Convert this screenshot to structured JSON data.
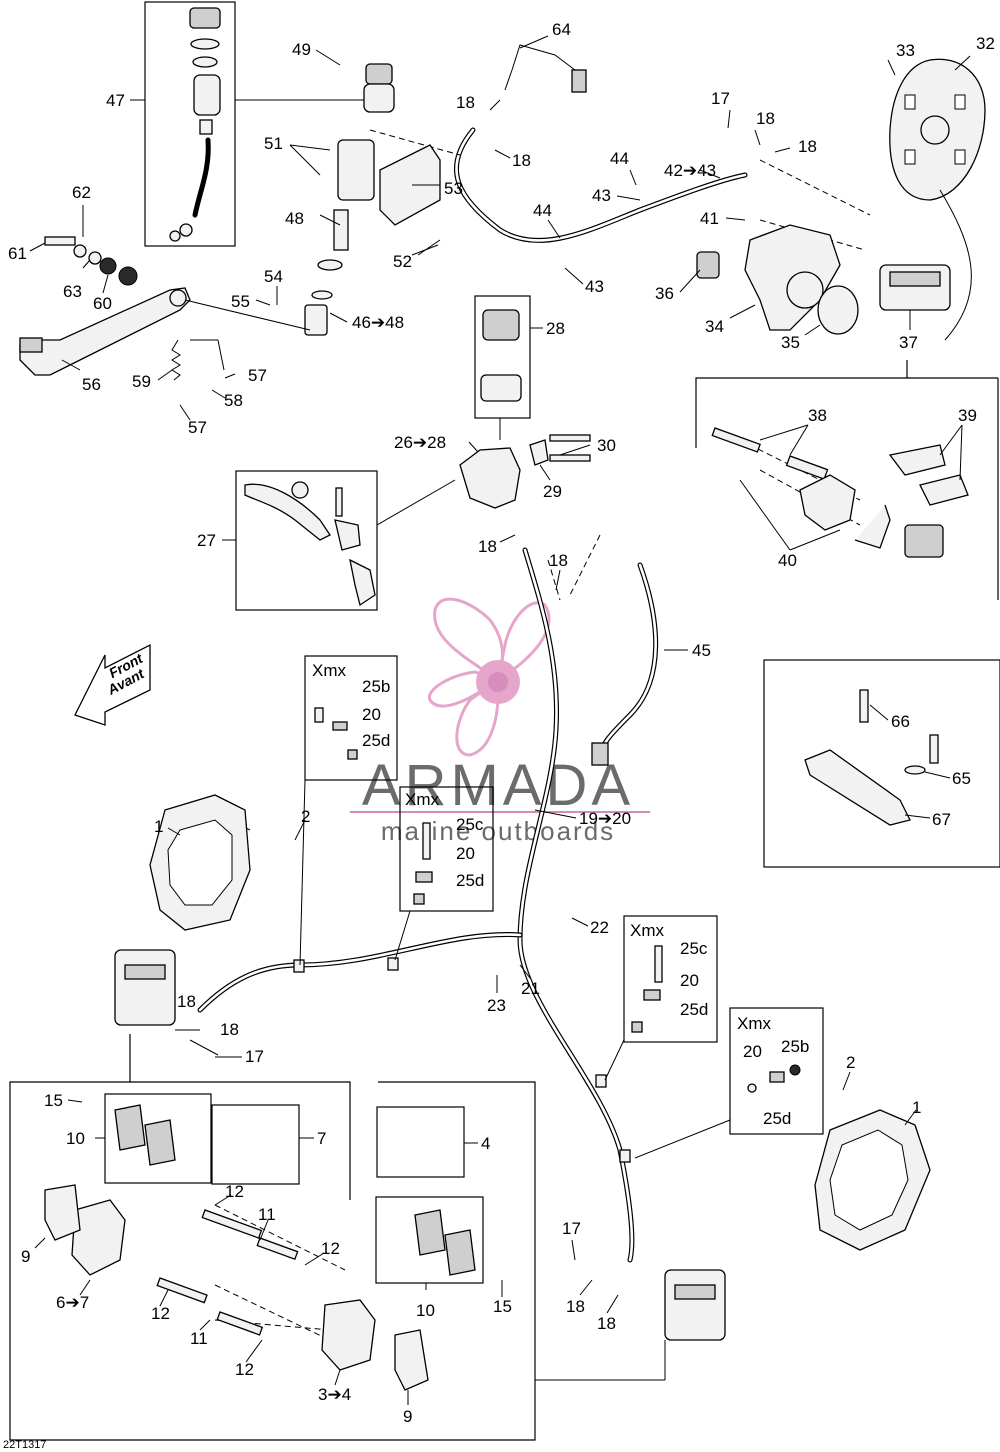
{
  "diagram": {
    "code": "22T1317",
    "front_label_line1": "Front",
    "front_label_line2": "Avant",
    "watermark": {
      "brand": "ARMADA",
      "tagline": "marine outboards",
      "colors": {
        "logo": "#e6a6cc",
        "logo_dark": "#d88ebd",
        "text": "#6b6b6b",
        "rule": "#d58ab6"
      }
    },
    "variant_boxes": [
      {
        "title": "Xmx",
        "items": [
          "25b",
          "20",
          "25d"
        ]
      },
      {
        "title": "Xmx",
        "items": [
          "25c",
          "20",
          "25d"
        ]
      },
      {
        "title": "Xmx",
        "items": [
          "25c",
          "20",
          "25d"
        ]
      },
      {
        "title": "Xmx",
        "items": [
          "20",
          "25b",
          "25d"
        ]
      }
    ],
    "callouts": [
      "64",
      "49",
      "47",
      "18",
      "18",
      "17",
      "18",
      "18",
      "44",
      "42➔43",
      "33",
      "32",
      "51",
      "43",
      "41",
      "62",
      "53",
      "44",
      "48",
      "61",
      "63",
      "60",
      "52",
      "43",
      "36",
      "54",
      "55",
      "46➔48",
      "28",
      "34",
      "35",
      "37",
      "56",
      "59",
      "57",
      "58",
      "57",
      "26➔28",
      "30",
      "38",
      "39",
      "29",
      "27",
      "18",
      "18",
      "40",
      "45",
      "66",
      "65",
      "67",
      "1",
      "2",
      "19➔20",
      "22",
      "21",
      "23",
      "18",
      "18",
      "17",
      "15",
      "10",
      "7",
      "4",
      "12",
      "11",
      "12",
      "9",
      "6➔7",
      "12",
      "11",
      "12",
      "10",
      "15",
      "3➔4",
      "9",
      "17",
      "18",
      "18",
      "2",
      "1"
    ]
  }
}
